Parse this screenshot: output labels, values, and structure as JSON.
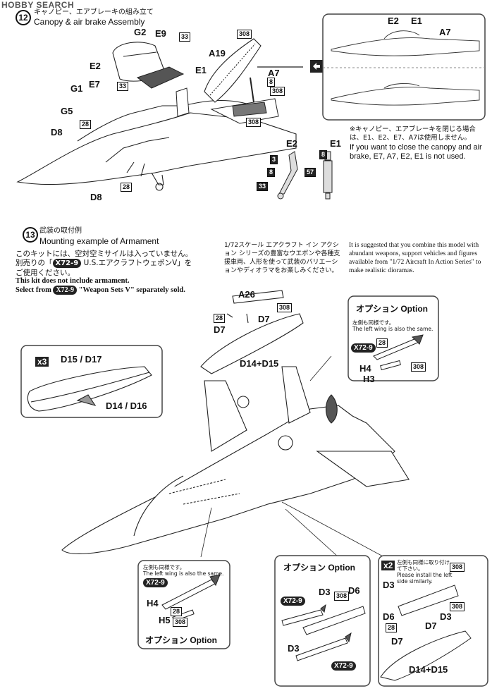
{
  "header": {
    "logo": "HOBBY SEARCH"
  },
  "step12": {
    "number": "12",
    "title_jp": "キャノピー、エアブレーキの組み立て",
    "title_en": "Canopy & air brake Assembly",
    "parts": [
      "G2",
      "E9",
      "33",
      "308",
      "A19",
      "E2",
      "E1",
      "A7",
      "8",
      "308",
      "G1",
      "E7",
      "33",
      "308",
      "G5",
      "D8",
      "28",
      "D8",
      "28",
      "E2",
      "E1",
      "3",
      "8",
      "8",
      "57",
      "33"
    ],
    "note_jp": "※キャノピー、エアブレーキを閉じる場合は、E1、E2、E7、A7は使用しません。",
    "note_en": "If you want to close the canopy and air brake, E7, A7, E2, E1 is not used.",
    "inset_labels": [
      "E2",
      "E1",
      "A7"
    ]
  },
  "step13": {
    "number": "13",
    "title_jp": "武装の取付例",
    "title_en": "Mounting example of Armament",
    "intro_jp_1": "このキットには、空対空ミサイルは入っていません。",
    "intro_jp_2": "別売りの「",
    "intro_code": "X72-9",
    "intro_jp_3": "U.S.エアクラフトウェポンV」を",
    "intro_jp_4": "ご使用ください。",
    "intro_en_1": "This kit does not include armament.",
    "intro_en_2a": "Select from",
    "intro_en_2b": "\"Weapon Sets V\" separately sold.",
    "mid_jp": "1/72スケール エアクラフト イン アクション シリーズの豊富なウエポンや各種支援車両、人形を使って武装のバリエーションやディオラマをお楽しみください。",
    "right_en": "It is suggested that you combine this model with abundant weapons, support vehicles and figures available from \"1/72 Aircraft In Action Series\" to make realistic dioramas."
  },
  "tank_box": {
    "multiplier": "x3",
    "label1": "D15 / D17",
    "label2": "D14 / D16"
  },
  "center_tank": {
    "labels": [
      "A26",
      "308",
      "28",
      "D7",
      "D7",
      "D14+D15"
    ]
  },
  "option_top": {
    "title": "オプション Option",
    "note_jp": "左側も同様です。",
    "note_en": "The left wing is also the same.",
    "code": "X72-9",
    "parts": [
      "28",
      "H4",
      "308",
      "H3"
    ]
  },
  "option_bottom_left": {
    "title": "オプション Option",
    "note_jp": "左側も同様です。",
    "note_en": "The left wing is also the same.",
    "code": "X72-9",
    "parts": [
      "H4",
      "28",
      "H5",
      "308"
    ]
  },
  "option_bottom_mid": {
    "title": "オプション Option",
    "code": "X72-9",
    "code2": "X72-9",
    "parts": [
      "D3",
      "308",
      "D6",
      "D3"
    ]
  },
  "option_bottom_right": {
    "multiplier": "x2",
    "note_jp": "左側も同様に取り付けて下さい。",
    "note_en": "Please install the left side similarly.",
    "parts": [
      "308",
      "D3",
      "308",
      "D6",
      "D3",
      "28",
      "D7",
      "D7",
      "D14+D15"
    ]
  }
}
